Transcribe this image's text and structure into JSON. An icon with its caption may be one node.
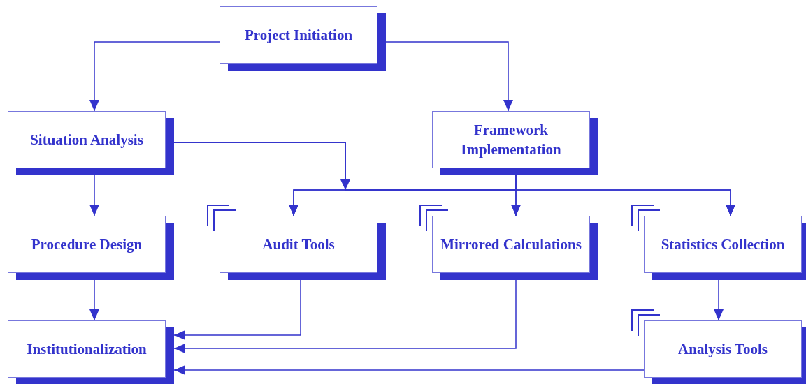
{
  "diagram": {
    "nodes": [
      {
        "text": [
          "Project Initiation"
        ]
      },
      {
        "text": [
          "Situation Analysis"
        ]
      },
      {
        "text": [
          "Framework Implementation"
        ]
      },
      {
        "text": [
          "Procedure Design"
        ]
      },
      {
        "text": [
          "Audit Tools"
        ]
      },
      {
        "text": [
          "Mirrored Calculations"
        ]
      },
      {
        "text": [
          "Statistics Collection"
        ]
      },
      {
        "text": [
          "Institutionalization"
        ]
      },
      {
        "text": [
          "Analysis Tools"
        ]
      }
    ],
    "edges": [
      {
        "from": 0,
        "to": 1,
        "arrow": "to"
      },
      {
        "from": 0,
        "to": 2,
        "arrow": "to"
      },
      {
        "from": 1,
        "to": 3,
        "arrow": "to"
      },
      {
        "from": 1,
        "to": 4,
        "arrow": "to"
      },
      {
        "from": 1,
        "to": 5,
        "arrow": "to"
      },
      {
        "from": 1,
        "to": 6,
        "arrow": "to"
      },
      {
        "from": 2,
        "to": 4,
        "arrow": "to"
      },
      {
        "from": 2,
        "to": 5,
        "arrow": "to"
      },
      {
        "from": 2,
        "to": 6,
        "arrow": "to"
      },
      {
        "from": 3,
        "to": 7,
        "arrow": "to"
      },
      {
        "from": 4,
        "to": 7,
        "arrow": "to"
      },
      {
        "from": 5,
        "to": 7,
        "arrow": "to"
      },
      {
        "from": 8,
        "to": 7,
        "arrow": "to"
      },
      {
        "from": 6,
        "to": 8,
        "arrow": "to"
      }
    ]
  }
}
